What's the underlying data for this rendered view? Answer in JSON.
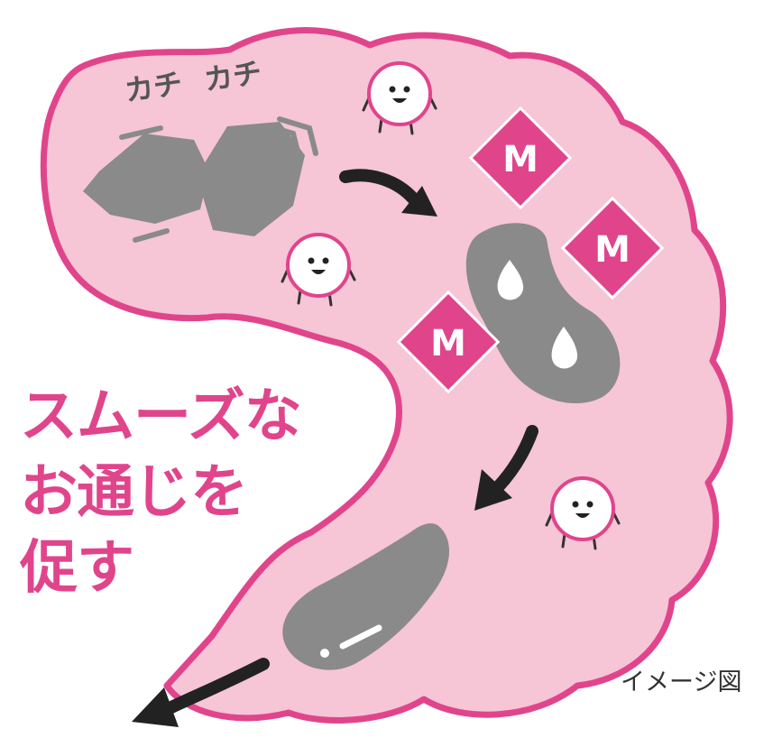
{
  "sound_effect": [
    "カチ",
    "カチ"
  ],
  "headline": [
    "スムーズな",
    "お通じを",
    "促す"
  ],
  "caption": "イメージ図",
  "badge_letter": "M",
  "colors": {
    "intestine_fill": "#f6c5d6",
    "intestine_outline": "#e0458c",
    "stool": "#8a8a8a",
    "headline": "#e0458c",
    "badge": "#e0458c",
    "arrow": "#222222"
  }
}
